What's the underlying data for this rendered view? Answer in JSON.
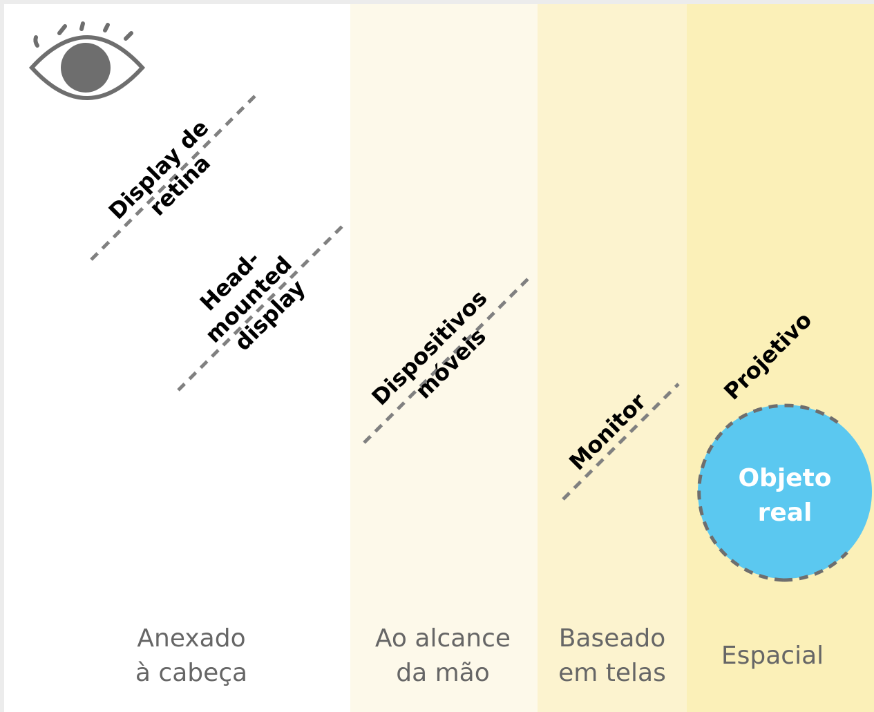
{
  "colors": {
    "band_head": "#ffffff",
    "band_hand": "#fdf9ea",
    "band_screen": "#fcf3cf",
    "band_spatial": "#fbf0b8",
    "dashed_line": "#808080",
    "eye": "#6e6e6e",
    "real_object": "#5bc8f0",
    "zone_text": "#666666"
  },
  "icons": {
    "viewer": "eye-icon"
  },
  "displays": {
    "retina": [
      "Display de",
      "retina"
    ],
    "head_mounted": [
      "Head-",
      "mounted",
      "display"
    ],
    "mobile": [
      "Dispositivos",
      "móveis"
    ],
    "monitor": [
      "Monitor"
    ],
    "projective": [
      "Projetivo"
    ]
  },
  "real_object": [
    "Objeto",
    "real"
  ],
  "zones": {
    "head": [
      "Anexado",
      "à cabeça"
    ],
    "hand": [
      "Ao alcance",
      "da mão"
    ],
    "screen": [
      "Baseado",
      "em telas"
    ],
    "spatial": [
      "Espacial"
    ]
  }
}
